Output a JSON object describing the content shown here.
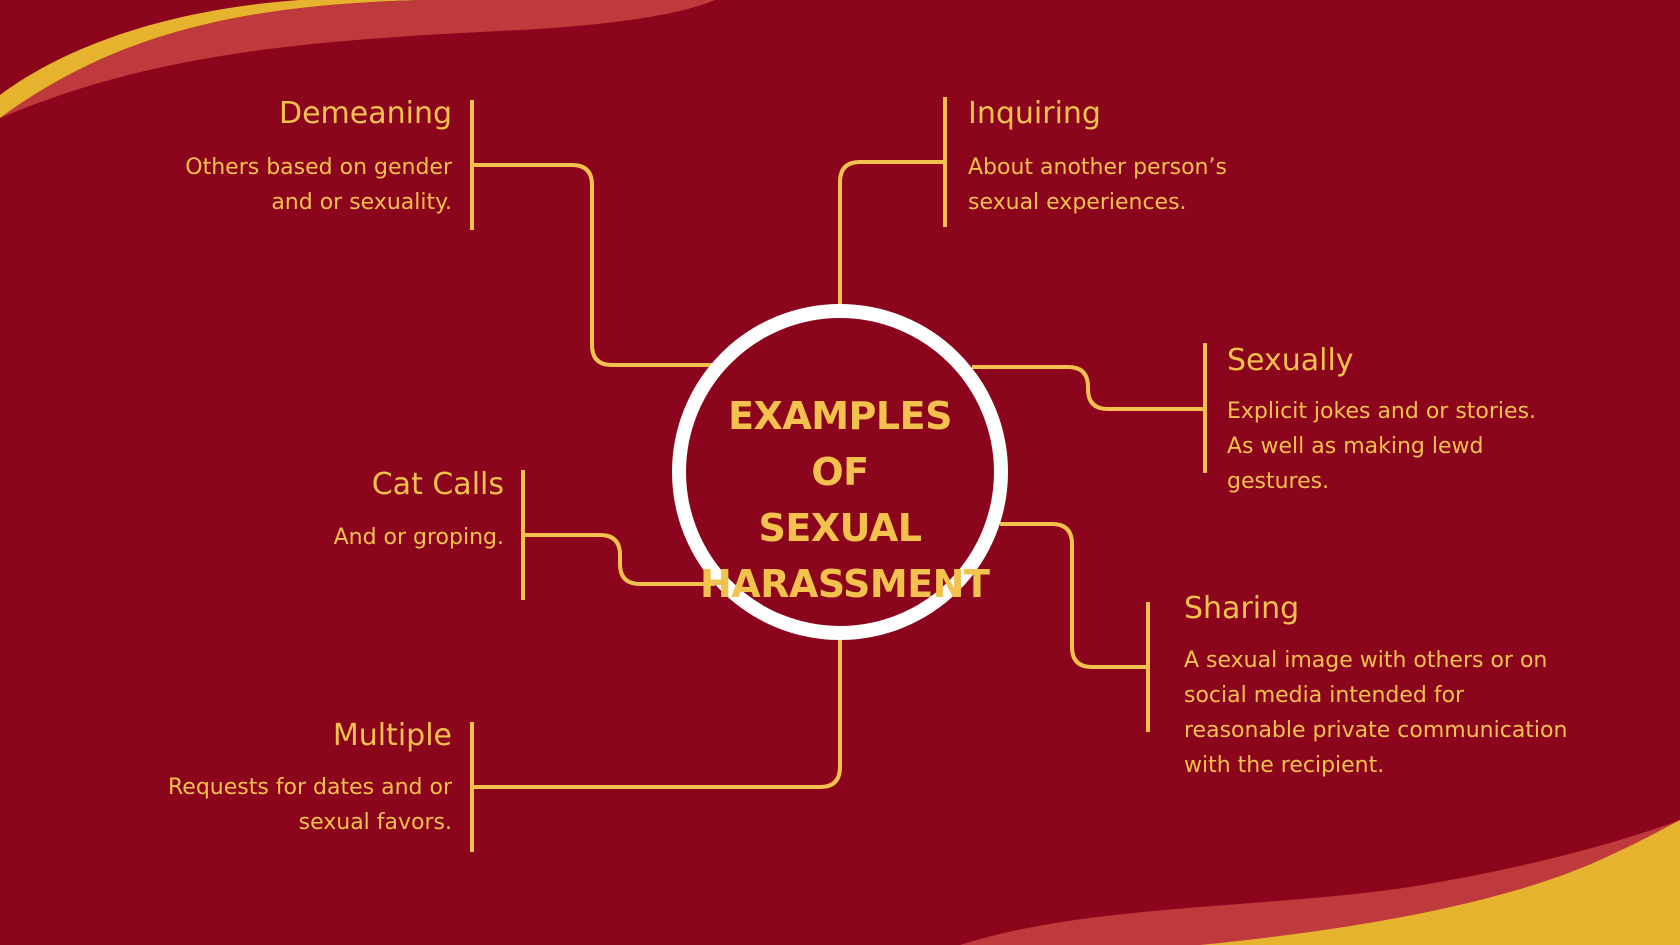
{
  "center": {
    "lines": [
      "EXAMPLES OF",
      "SEXUAL",
      "HARASSMENT"
    ]
  },
  "nodes": {
    "demeaning": {
      "title": "Demeaning",
      "lines": [
        "Others based on gender",
        "and or sexuality."
      ]
    },
    "inquiring": {
      "title": "Inquiring",
      "lines": [
        "About another person’s",
        "sexual experiences."
      ]
    },
    "sexually": {
      "title": "Sexually",
      "lines": [
        "Explicit jokes and or stories.",
        "As well as making lewd",
        "gestures."
      ]
    },
    "cat_calls": {
      "title": "Cat Calls",
      "lines": [
        "And or groping."
      ]
    },
    "multiple": {
      "title": "Multiple",
      "lines": [
        "Requests for dates and or",
        "sexual favors."
      ]
    },
    "sharing": {
      "title": "Sharing",
      "lines": [
        "A sexual image with others or on",
        "social media intended for",
        "reasonable private communication",
        "with the recipient."
      ]
    }
  },
  "colors": {
    "background": "#8b051c",
    "accent_gold": "#f2c14e",
    "wave_gold": "#e6b32f",
    "wave_red": "#bf3a3c",
    "circle_ring": "#ffffff"
  }
}
